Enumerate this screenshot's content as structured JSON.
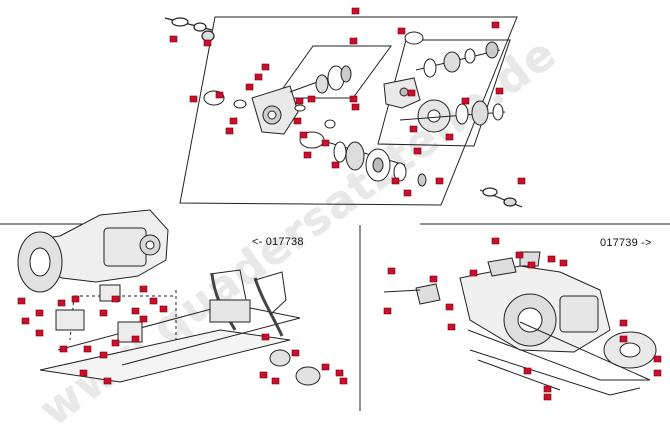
{
  "watermark": "www.quadersatzteile.de",
  "serial_left": "<- 017738",
  "serial_right": "017739 ->",
  "colors": {
    "line": "#222222",
    "callout_fill": "#c8102e",
    "callout_stroke": "#7a0010"
  }
}
